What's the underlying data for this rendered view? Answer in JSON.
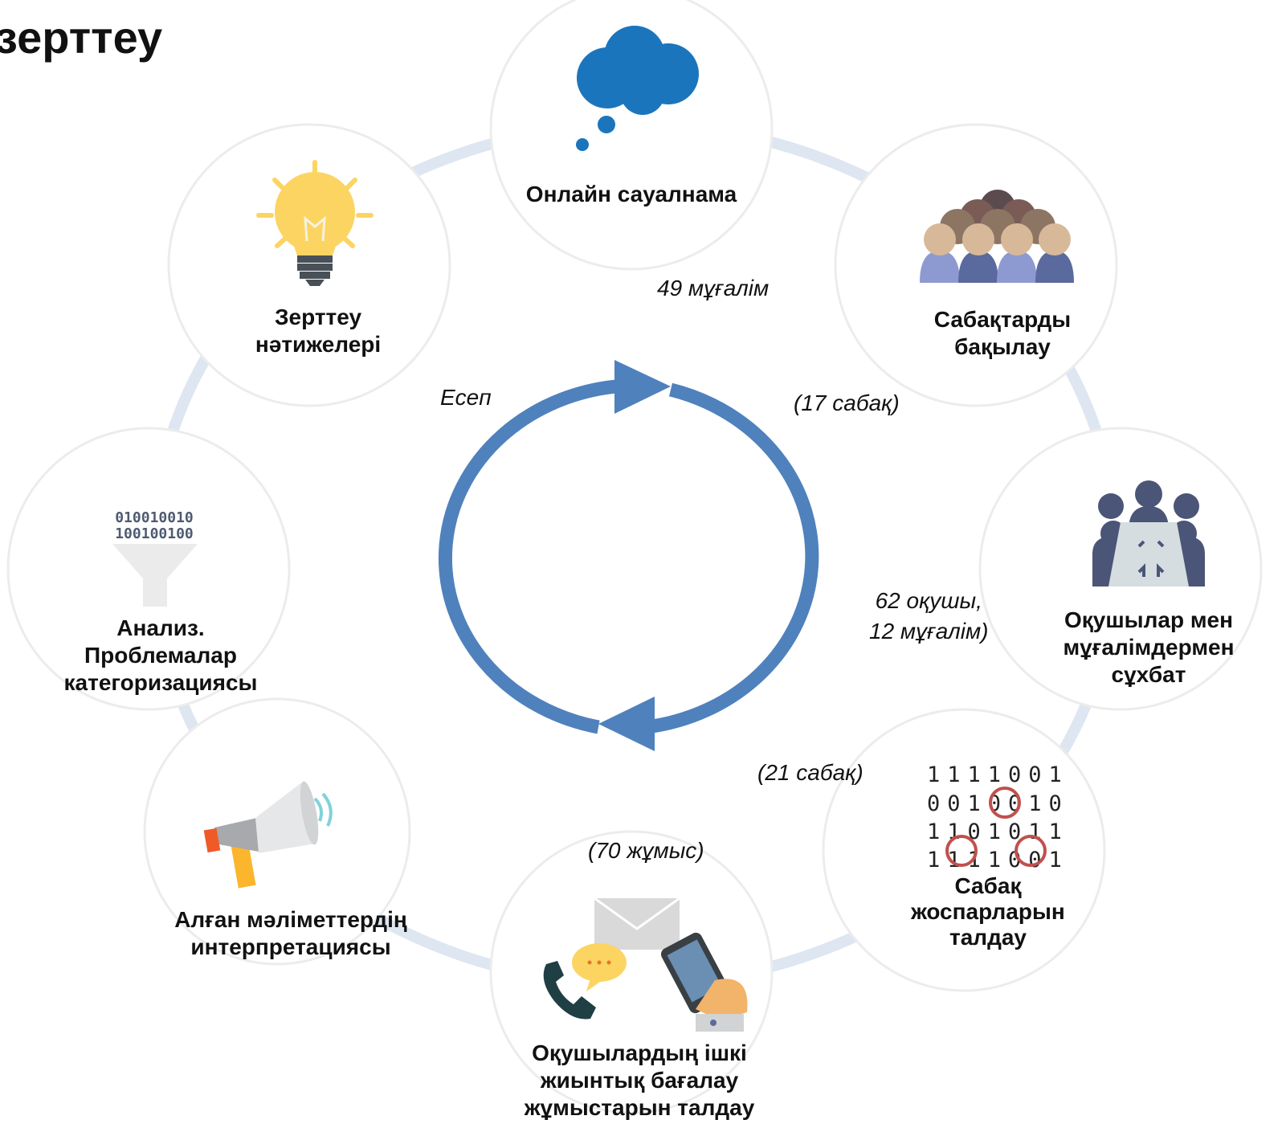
{
  "title": "зерттеу",
  "cycle_label": "Есеп",
  "nodes": [
    {
      "label": "Онлайн сауалнама",
      "icon": "thought-cloud-icon"
    },
    {
      "label": "Сабақтарды\nбақылау",
      "icon": "people-group-icon"
    },
    {
      "label": "Оқушылар мен\nмұғалімдермен\nсұхбат",
      "icon": "interview-group-icon"
    },
    {
      "label": "Сабақ\nжоспарларын\nталдау",
      "icon": "binary-code-icon"
    },
    {
      "label": "Оқушылардың ішкі\nжиынтық бағалау\nжұмыстарын талдау",
      "icon": "communication-icon"
    },
    {
      "label": "Алған мәліметтердің\nинтерпретациясы",
      "icon": "megaphone-icon"
    },
    {
      "label": "Анализ.\nПроблемалар\nкатегоризациясы",
      "icon": "data-funnel-icon"
    },
    {
      "label": "Зерттеу\nнәтижелері",
      "icon": "light-bulb-icon"
    }
  ],
  "counts": {
    "survey": "49 мұғалім",
    "observation": "(17 сабақ)",
    "interview": "62 оқушы,\n12 мұғалім)",
    "plans": "(21 сабақ)",
    "works": "(70 жұмыс)"
  },
  "binary": {
    "funnel_rows": [
      "010010010",
      "100100100"
    ],
    "code_rows": [
      "1111001",
      "0010010",
      "1101011",
      "1111001"
    ]
  },
  "colors": {
    "ring": "#dde6f1",
    "node_border": "#ececec",
    "cycle_arrow": "#4f81bd",
    "cloud": "#1b75bc",
    "bulb": "#fcd462",
    "bulb_base": "#495057",
    "circle_mark": "#c0504d"
  }
}
